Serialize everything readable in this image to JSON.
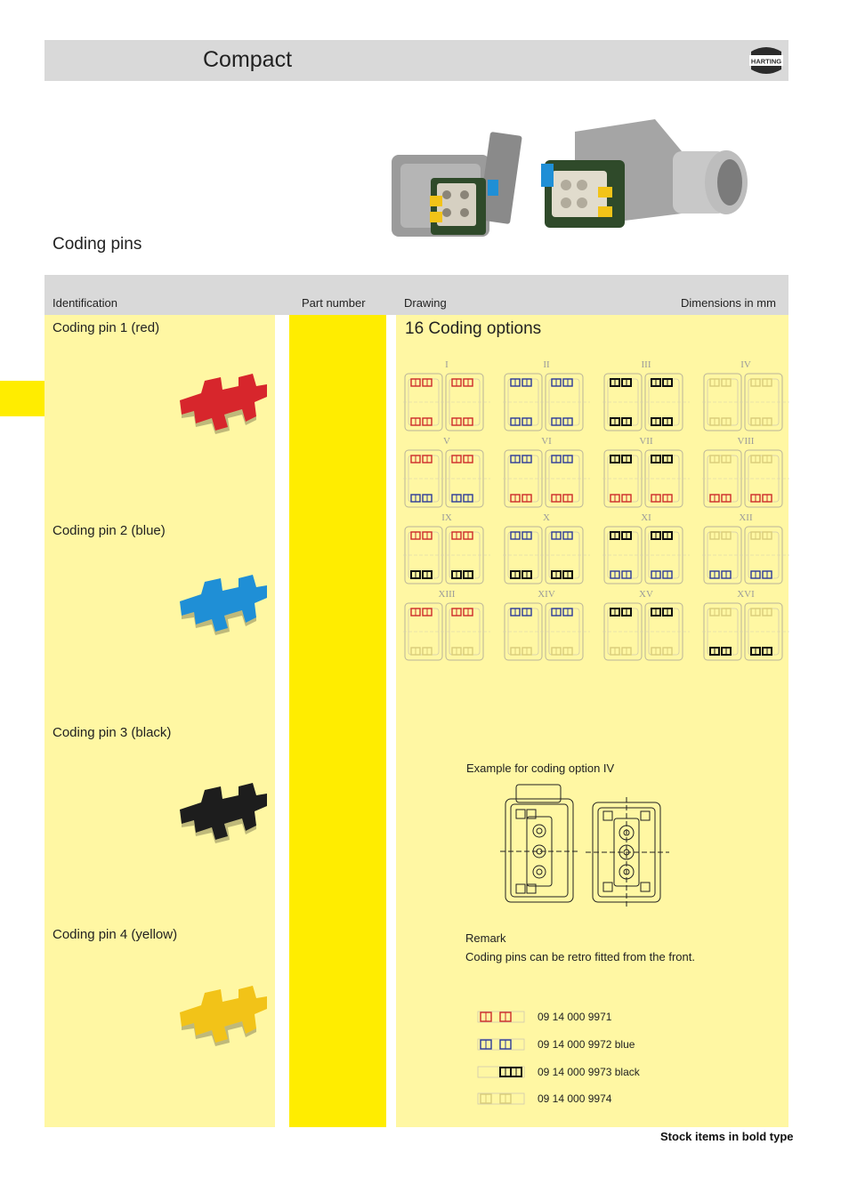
{
  "header": {
    "title": "Compact",
    "logo_text": "HARTING"
  },
  "section": {
    "title": "Coding pins"
  },
  "table": {
    "headers": {
      "identification": "Identification",
      "part_number": "Part number",
      "drawing": "Drawing",
      "dimensions": "Dimensions in mm"
    }
  },
  "pins": [
    {
      "label": "Coding pin 1 (red)",
      "color": "#d7262c"
    },
    {
      "label": "Coding pin 2 (blue)",
      "color": "#1f8fd6"
    },
    {
      "label": "Coding pin 3 (black)",
      "color": "#1d1d1d"
    },
    {
      "label": "Coding pin 4 (yellow)",
      "color": "#f2c318"
    }
  ],
  "drawing": {
    "title": "16 Coding options",
    "options": [
      {
        "numeral": "I",
        "top": "red",
        "bottom": "red"
      },
      {
        "numeral": "II",
        "top": "blue",
        "bottom": "blue"
      },
      {
        "numeral": "III",
        "top": "black",
        "bottom": "black"
      },
      {
        "numeral": "IV",
        "top": "yellow",
        "bottom": "yellow"
      },
      {
        "numeral": "V",
        "top": "red",
        "bottom": "blue"
      },
      {
        "numeral": "VI",
        "top": "blue",
        "bottom": "red"
      },
      {
        "numeral": "VII",
        "top": "black",
        "bottom": "red"
      },
      {
        "numeral": "VIII",
        "top": "yellow",
        "bottom": "red"
      },
      {
        "numeral": "IX",
        "top": "red",
        "bottom": "black"
      },
      {
        "numeral": "X",
        "top": "blue",
        "bottom": "black"
      },
      {
        "numeral": "XI",
        "top": "black",
        "bottom": "blue"
      },
      {
        "numeral": "XII",
        "top": "yellow",
        "bottom": "blue"
      },
      {
        "numeral": "XIII",
        "top": "red",
        "bottom": "yellow"
      },
      {
        "numeral": "XIV",
        "top": "blue",
        "bottom": "yellow"
      },
      {
        "numeral": "XV",
        "top": "black",
        "bottom": "yellow"
      },
      {
        "numeral": "XVI",
        "top": "yellow",
        "bottom": "black"
      }
    ],
    "example_label": "Example for coding option IV",
    "remark_title": "Remark",
    "remark_text": "Coding pins can be retro fitted from the front.",
    "legend": [
      {
        "color": "red",
        "text": "09 14 000 9971"
      },
      {
        "color": "blue",
        "text": "09 14 000 9972 blue"
      },
      {
        "color": "black",
        "text": "09 14 000 9973 black"
      },
      {
        "color": "yellow",
        "text": "09 14 000 9974"
      }
    ]
  },
  "colors": {
    "red": "#cc2a2a",
    "blue": "#2a3a9a",
    "black": "#111111",
    "yellow": "#d8cc7a",
    "page_yellow": "#fff7a3",
    "accent_yellow": "#ffed00",
    "header_grey": "#d9d9d9"
  },
  "footer": {
    "note": "Stock items in bold type"
  }
}
